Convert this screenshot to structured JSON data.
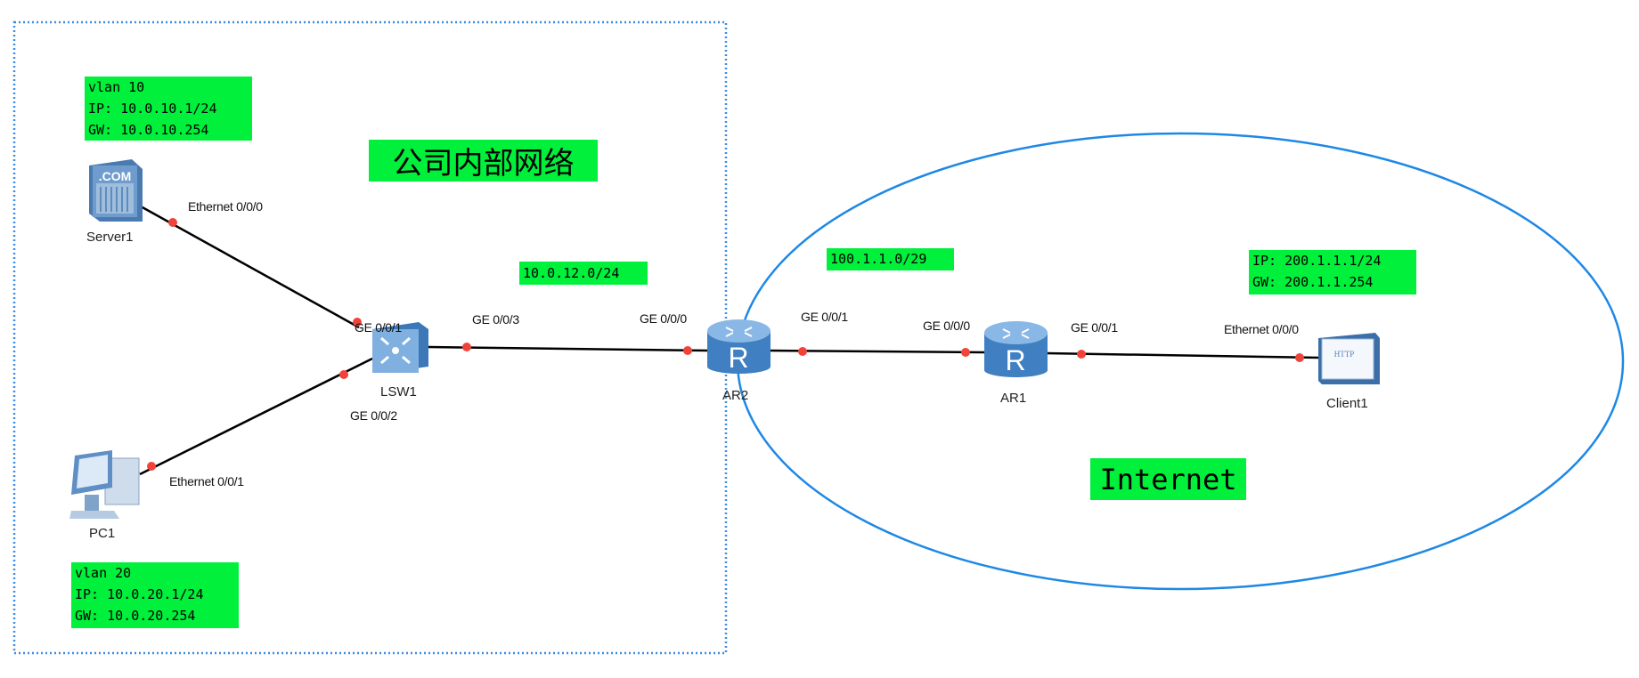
{
  "zones": {
    "internal_title": "公司内部网络",
    "internet_title": "Internet"
  },
  "devices": {
    "server": "Server1",
    "pc": "PC1",
    "switch": "LSW1",
    "ar2": "AR2",
    "ar1": "AR1",
    "client": "Client1"
  },
  "device_icons": {
    "server_badge": ".COM",
    "client_badge": "HTTP",
    "router_letter": "R"
  },
  "ports": {
    "server_eth": "Ethernet 0/0/0",
    "pc_eth": "Ethernet 0/0/1",
    "lsw_g1": "GE 0/0/1",
    "lsw_g2": "GE 0/0/2",
    "lsw_g3": "GE 0/0/3",
    "ar2_g0": "GE 0/0/0",
    "ar2_g1": "GE 0/0/1",
    "ar1_g0": "GE 0/0/0",
    "ar1_g1": "GE 0/0/1",
    "client_eth": "Ethernet 0/0/0"
  },
  "notes": {
    "server": [
      "vlan 10",
      "IP: 10.0.10.1/24",
      "GW: 10.0.10.254"
    ],
    "pc": [
      "vlan 20",
      "IP: 10.0.20.1/24",
      "GW: 10.0.20.254"
    ],
    "link_lsw_ar2": "10.0.12.0/24",
    "link_ar2_ar1": "100.1.1.0/29",
    "client": [
      "IP: 200.1.1.1/24",
      "GW: 200.1.1.254"
    ]
  },
  "colors": {
    "note_bg": "#00f03c",
    "zone_border": "#1e88e5",
    "port_dot": "#f0443a"
  }
}
